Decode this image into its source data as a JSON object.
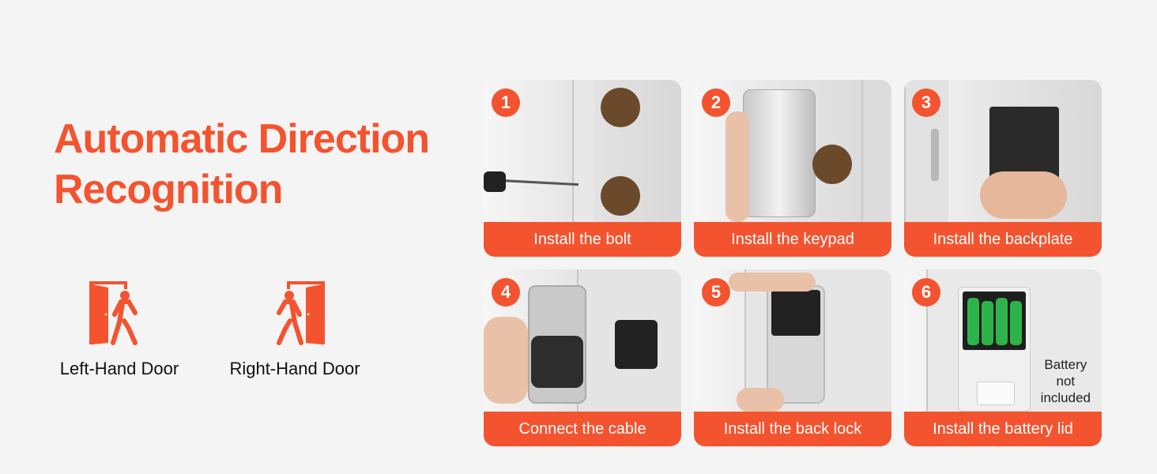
{
  "heading": {
    "line1": "Automatic Direction",
    "line2": "Recognition"
  },
  "directions": [
    {
      "label": "Left-Hand Door",
      "icon": "left-hand-door-icon"
    },
    {
      "label": "Right-Hand Door",
      "icon": "right-hand-door-icon"
    }
  ],
  "steps": [
    {
      "number": "1",
      "caption": "Install the bolt"
    },
    {
      "number": "2",
      "caption": "Install the keypad"
    },
    {
      "number": "3",
      "caption": "Install the backplate"
    },
    {
      "number": "4",
      "caption": "Connect the cable"
    },
    {
      "number": "5",
      "caption": "Install the back lock"
    },
    {
      "number": "6",
      "caption": "Install the battery lid",
      "note": [
        "Battery",
        "not",
        "included"
      ]
    }
  ],
  "colors": {
    "accent": "#f4532f",
    "background": "#f4f4f4"
  }
}
